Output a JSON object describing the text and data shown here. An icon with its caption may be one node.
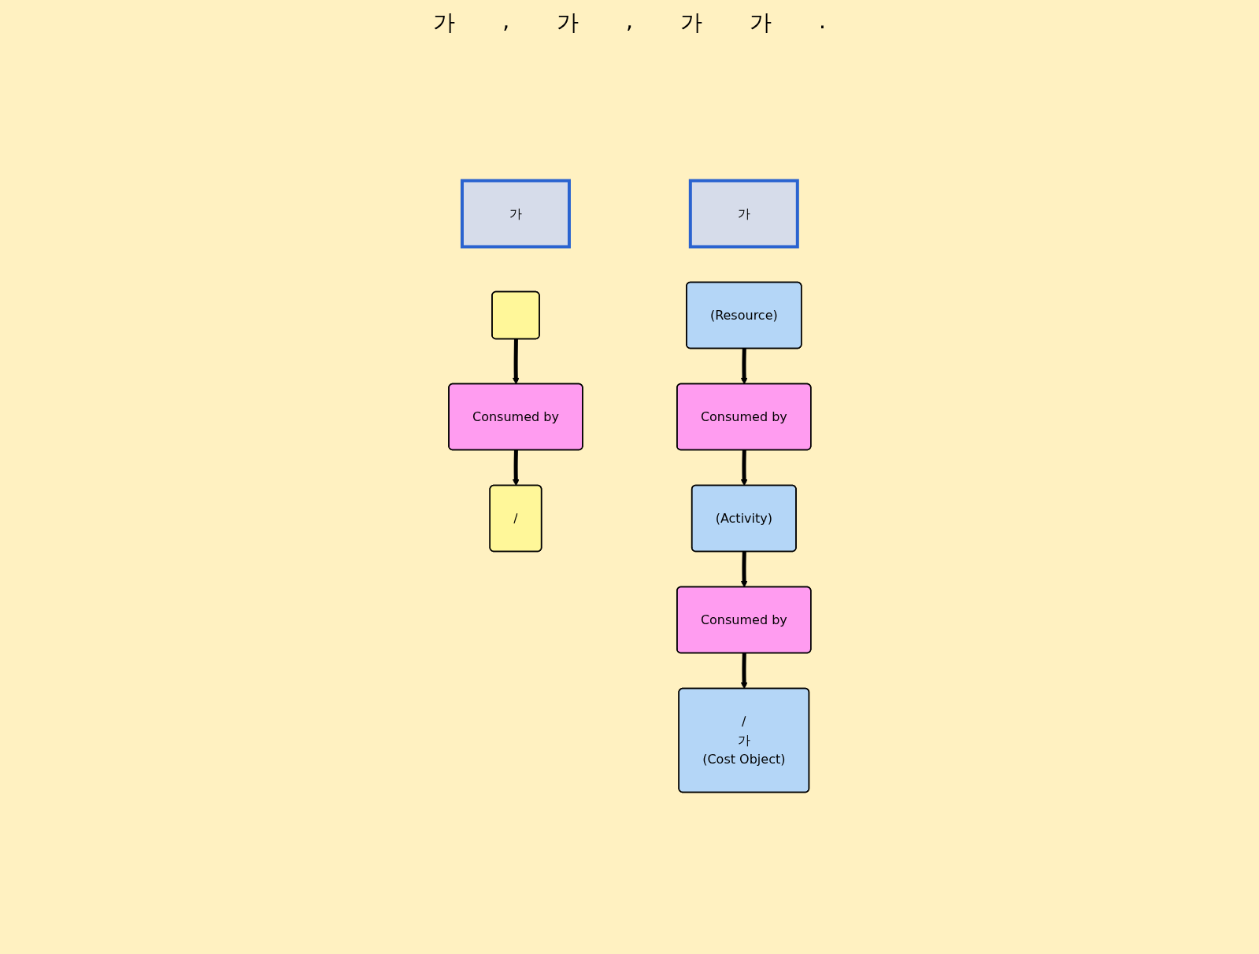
{
  "diagram": {
    "nodes": [
      {
        "text": [
          "가"
        ]
      },
      {
        "text": [
          "가"
        ]
      },
      {
        "text": [],
        "shape": "box"
      },
      {
        "text": [
          "Consumed by"
        ]
      },
      {
        "text": [
          "/"
        ]
      },
      {
        "text": [
          "(Resource)"
        ]
      },
      {
        "text": [
          "Consumed by"
        ]
      },
      {
        "text": [
          "(Activity)"
        ]
      },
      {
        "text": [
          "Consumed by"
        ]
      },
      {
        "text": [
          "/",
          "가",
          "(Cost Object)"
        ]
      }
    ],
    "edges": [
      {
        "from": 2,
        "to": 3,
        "arrow": "to"
      },
      {
        "from": 3,
        "to": 4,
        "arrow": "to"
      },
      {
        "from": 5,
        "to": 6,
        "arrow": "to"
      },
      {
        "from": 6,
        "to": 7,
        "arrow": "to"
      },
      {
        "from": 7,
        "to": 8,
        "arrow": "to"
      },
      {
        "from": 8,
        "to": 9,
        "arrow": "to"
      }
    ],
    "labels": [
      "가",
      ",",
      "가",
      ",",
      "가",
      "가",
      "."
    ]
  }
}
